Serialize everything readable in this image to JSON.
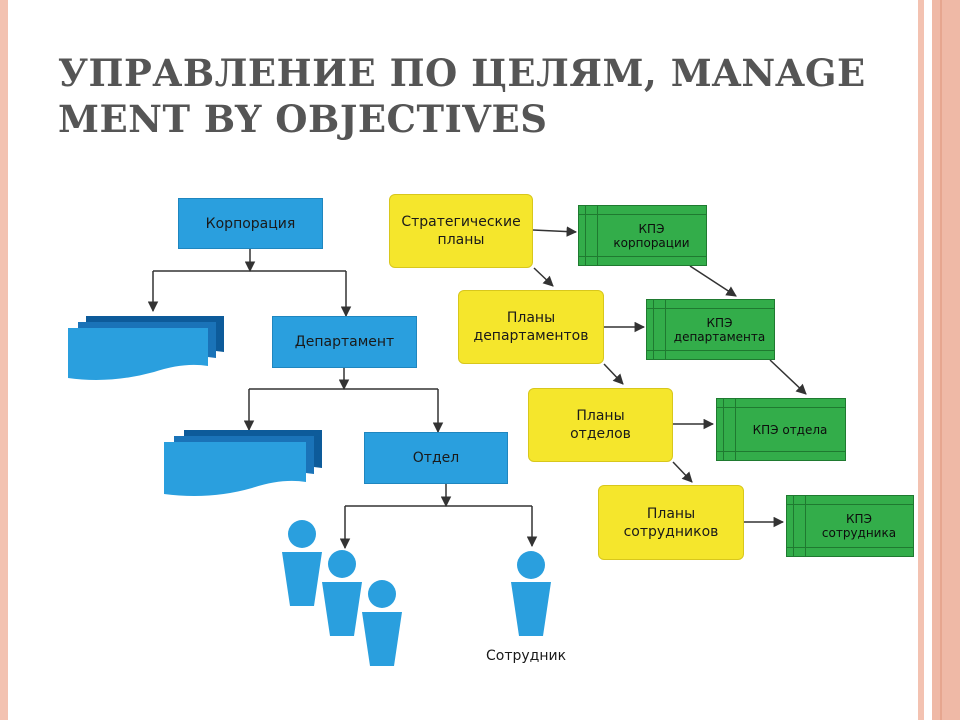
{
  "slide": {
    "title": "УПРАВЛЕНИЕ ПО ЦЕЛЯМ, MANAGE MENT BY OBJECTIVES"
  },
  "hierarchy": {
    "corporation": "Корпорация",
    "department": "Департамент",
    "division": "Отдел",
    "employee": "Сотрудник"
  },
  "plans": {
    "strategic": "Стратегические планы",
    "departments": "Планы департаментов",
    "divisions": "Планы отделов",
    "employees": "Планы сотрудников"
  },
  "kpi": {
    "corporation": "КПЭ корпорации",
    "department": "КПЭ департамента",
    "division": "КПЭ отдела",
    "employee": "КПЭ сотрудника"
  },
  "colors": {
    "org_box": "#2a9fde",
    "plan_box": "#f5e62c",
    "kpi_box": "#33ad4a",
    "slide_frame": "#f3c2b1",
    "title_text": "#555555"
  },
  "icons": [
    "document-stack-icon",
    "person-icon",
    "arrow-icon"
  ]
}
